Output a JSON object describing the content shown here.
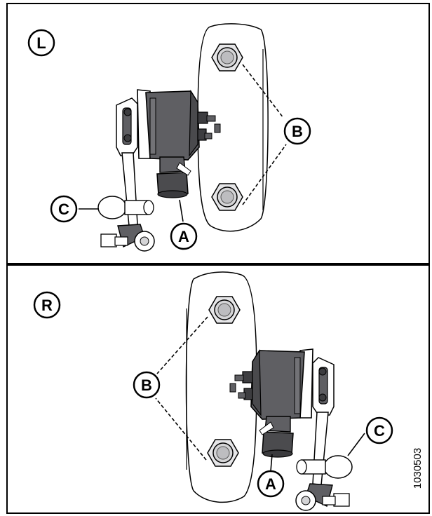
{
  "panels": [
    {
      "side_label": "L",
      "callouts": {
        "a": "A",
        "b": "B",
        "c": "C"
      }
    },
    {
      "side_label": "R",
      "callouts": {
        "a": "A",
        "b": "B",
        "c": "C"
      }
    }
  ],
  "figure_number": "1030503",
  "colors": {
    "sensor_body": "#5f5f63",
    "sensor_dark": "#3d3d40",
    "bracket": "#ffffff",
    "bolt_fill": "#d4d4d6",
    "outline": "#000000"
  }
}
